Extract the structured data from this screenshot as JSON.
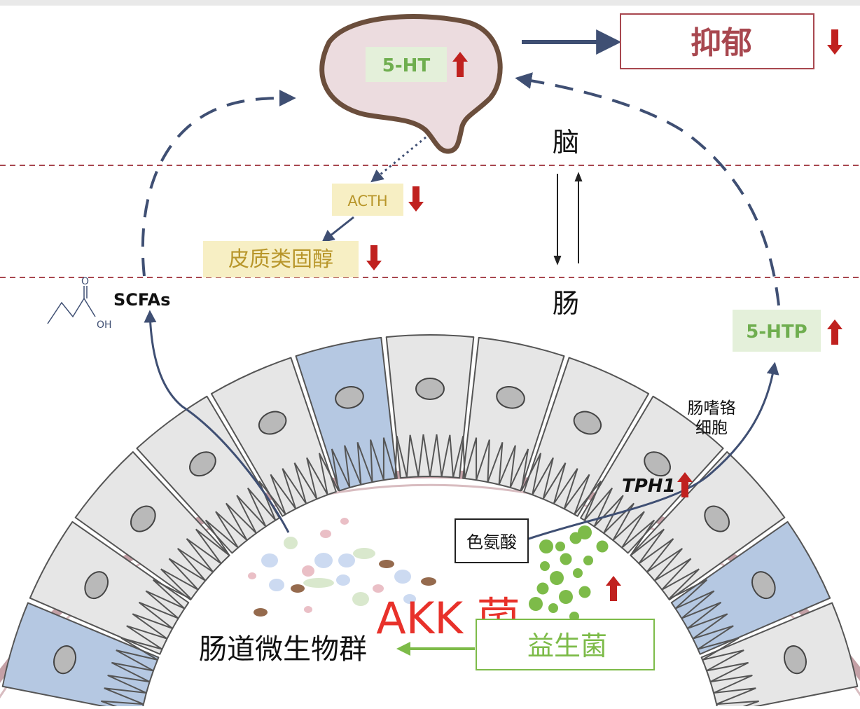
{
  "brain": {
    "serotonin_label": "5-HT",
    "serotonin_trend": "up"
  },
  "outcome": {
    "label": "抑郁",
    "trend": "down"
  },
  "axis": {
    "brain_label": "脑",
    "gut_label": "肠"
  },
  "hormones": {
    "acth_label": "ACTH",
    "acth_trend": "down",
    "corticosteroid_label": "皮质类固醇",
    "corticosteroid_trend": "down"
  },
  "metabolites": {
    "scfas_label": "SCFAs",
    "scfas_oh": "OH",
    "scfas_o": "O",
    "htp_label": "5-HTP",
    "htp_trend": "up"
  },
  "gut": {
    "enterochromaffin_line1": "肠嗜铬",
    "enterochromaffin_line2": "细胞",
    "tph1_label": "TPH1",
    "tph1_trend": "up",
    "tryptophan_label": "色氨酸",
    "microbiota_label": "肠道微生物群",
    "probiotics_label": "益生菌",
    "probiotics_trend": "up",
    "akk_label": "AKK 菌"
  },
  "colors": {
    "arrow_dark": "#3f4f73",
    "trend_red": "#c0211f",
    "serotonin_green": "#6fae4f",
    "serotonin_bg": "#e4f0da",
    "acth_text": "#b8962a",
    "acth_bg": "#f7efc4",
    "probiotic_green": "#7dbb49",
    "akk_red": "#e8312a",
    "membrane_pink": "#c4a0a6",
    "cell_gray": "#e6e6e6",
    "cell_blue": "#b5c8e2",
    "dashed_line": "#a8474f"
  }
}
